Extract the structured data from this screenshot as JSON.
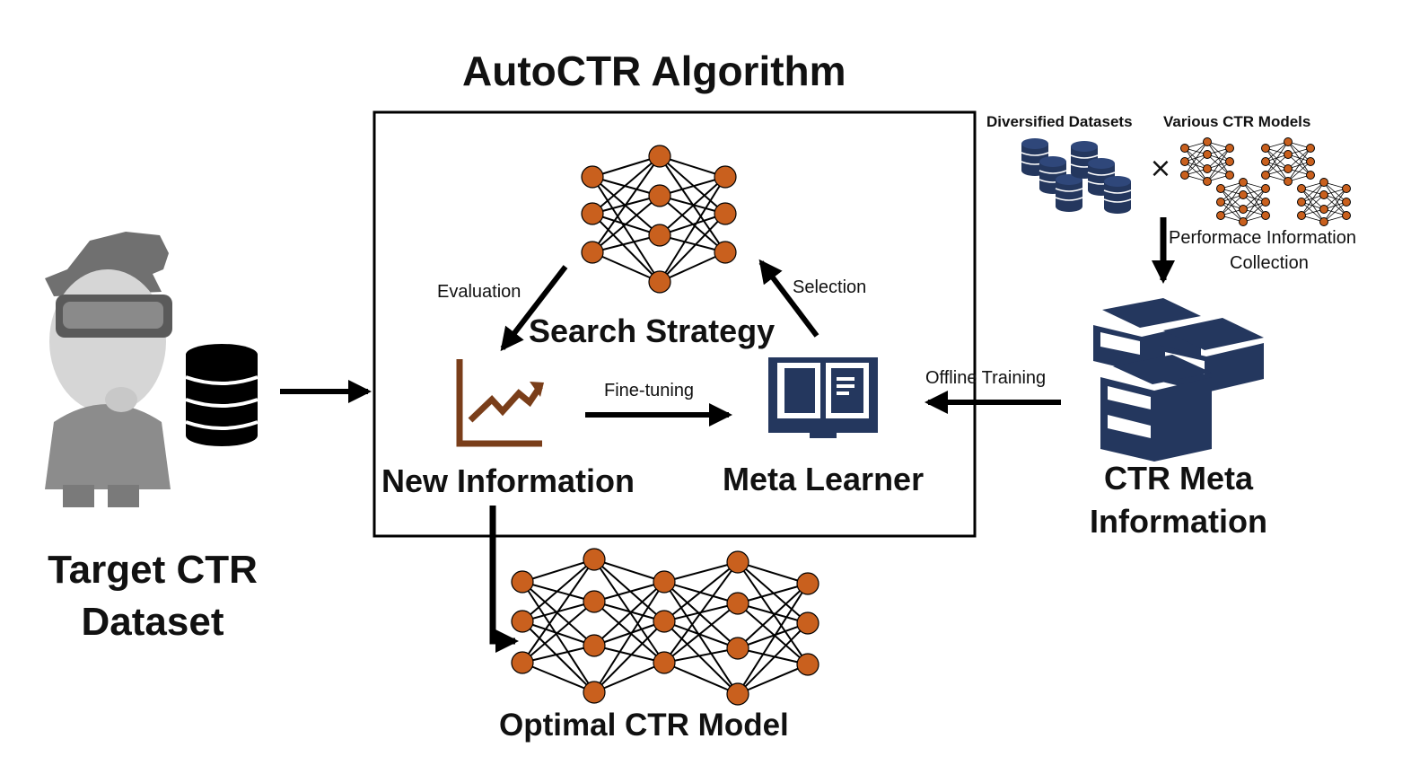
{
  "title": "AutoCTR Algorithm",
  "left": {
    "label_line1": "Target CTR",
    "label_line2": "Dataset"
  },
  "box": {
    "search_strategy": "Search Strategy",
    "new_information": "New Information",
    "meta_learner": "Meta Learner",
    "evaluation": "Evaluation",
    "selection": "Selection",
    "fine_tuning": "Fine-tuning"
  },
  "right": {
    "datasets_label": "Diversified Datasets",
    "models_label": "Various CTR Models",
    "times_symbol": "×",
    "perf_line1": "Performace Information",
    "perf_line2": "Collection",
    "offline": "Offline Training",
    "meta_line1": "CTR Meta",
    "meta_line2": "Information"
  },
  "bottom": {
    "optimal": "Optimal CTR Model"
  },
  "colors": {
    "node": "#c9601e",
    "navy": "#24375e",
    "brown": "#7a3e1a",
    "ink": "#000000"
  }
}
